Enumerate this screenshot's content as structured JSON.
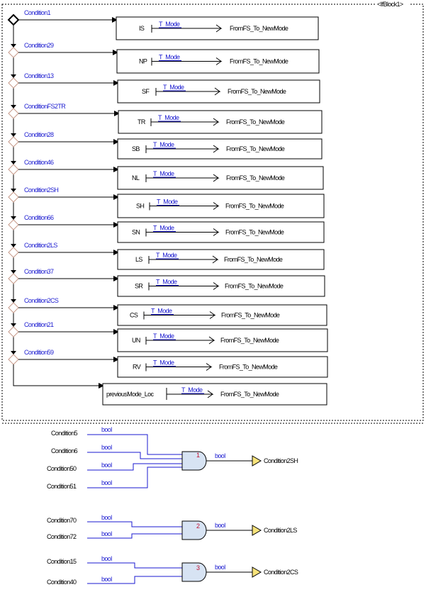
{
  "if_block": {
    "title": "<IfBlock1>",
    "branches": [
      {
        "condition": "Condition1",
        "mode": "IS",
        "var": "T_Mode",
        "target": "FromFS_To_NewMode"
      },
      {
        "condition": "Condition29",
        "mode": "NP",
        "var": "T_Mode",
        "target": "FromFS_To_NewMode"
      },
      {
        "condition": "Condition13",
        "mode": "SF",
        "var": "T_Mode",
        "target": "FromFS_To_NewMode"
      },
      {
        "condition": "ConditionFS2TR",
        "mode": "TR",
        "var": "T_Mode",
        "target": "FromFS_To_NewMode"
      },
      {
        "condition": "Condition28",
        "mode": "SB",
        "var": "T_Mode",
        "target": "FromFS_To_NewMode"
      },
      {
        "condition": "Condition46",
        "mode": "NL",
        "var": "T_Mode",
        "target": "FromFS_To_NewMode"
      },
      {
        "condition": "Condition2SH",
        "mode": "SH",
        "var": "T_Mode",
        "target": "FromFS_To_NewMode"
      },
      {
        "condition": "Condition66",
        "mode": "SN",
        "var": "T_Mode",
        "target": "FromFS_To_NewMode"
      },
      {
        "condition": "Condition2LS",
        "mode": "LS",
        "var": "T_Mode",
        "target": "FromFS_To_NewMode"
      },
      {
        "condition": "Condition37",
        "mode": "SR",
        "var": "T_Mode",
        "target": "FromFS_To_NewMode"
      },
      {
        "condition": "Condition2CS",
        "mode": "CS",
        "var": "T_Mode",
        "target": "FromFS_To_NewMode"
      },
      {
        "condition": "Condition21",
        "mode": "UN",
        "var": "T_Mode",
        "target": "FromFS_To_NewMode"
      },
      {
        "condition": "Condition59",
        "mode": "RV",
        "var": "T_Mode",
        "target": "FromFS_To_NewMode"
      }
    ],
    "else_branch": {
      "source": "previousMode_Loc",
      "var": "T_Mode",
      "target": "FromFS_To_NewMode"
    }
  },
  "and_gates": [
    {
      "number": "1",
      "inputs": [
        "Condition5",
        "Condition6",
        "Condition50",
        "Condition51"
      ],
      "input_type": "bool",
      "output_type": "bool",
      "output": "Condition2SH"
    },
    {
      "number": "2",
      "inputs": [
        "Condition70",
        "Condition72"
      ],
      "input_type": "bool",
      "output_type": "bool",
      "output": "Condition2LS"
    },
    {
      "number": "3",
      "inputs": [
        "Condition15",
        "Condition40"
      ],
      "input_type": "bool",
      "output_type": "bool",
      "output": "Condition2CS"
    }
  ]
}
